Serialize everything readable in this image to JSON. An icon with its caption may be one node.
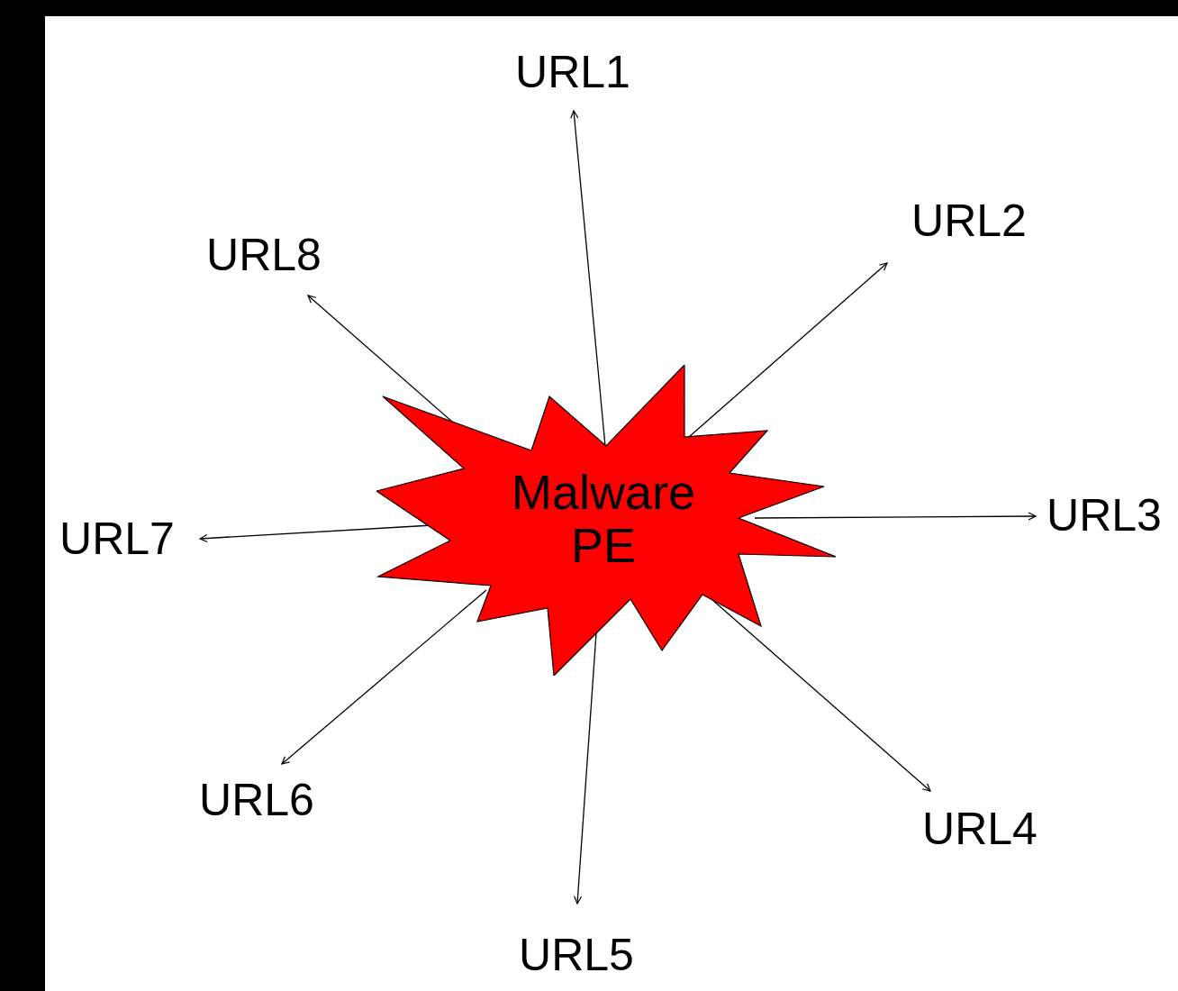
{
  "diagram": {
    "nodes": [
      {
        "text": [
          "Malware PE"
        ]
      },
      {
        "text": [
          "URL1"
        ]
      },
      {
        "text": [
          "URL2"
        ]
      },
      {
        "text": [
          "URL3"
        ]
      },
      {
        "text": [
          "URL4"
        ]
      },
      {
        "text": [
          "URL5"
        ]
      },
      {
        "text": [
          "URL6"
        ]
      },
      {
        "text": [
          "URL7"
        ]
      },
      {
        "text": [
          "URL8"
        ]
      }
    ],
    "edges": [
      {
        "from": 0,
        "to": 1,
        "arrow": "to"
      },
      {
        "from": 0,
        "to": 2,
        "arrow": "to"
      },
      {
        "from": 0,
        "to": 3,
        "arrow": "to"
      },
      {
        "from": 0,
        "to": 4,
        "arrow": "to"
      },
      {
        "from": 0,
        "to": 5,
        "arrow": "to"
      },
      {
        "from": 0,
        "to": 6,
        "arrow": "to"
      },
      {
        "from": 0,
        "to": 7,
        "arrow": "to"
      },
      {
        "from": 0,
        "to": 8,
        "arrow": "to"
      }
    ]
  }
}
